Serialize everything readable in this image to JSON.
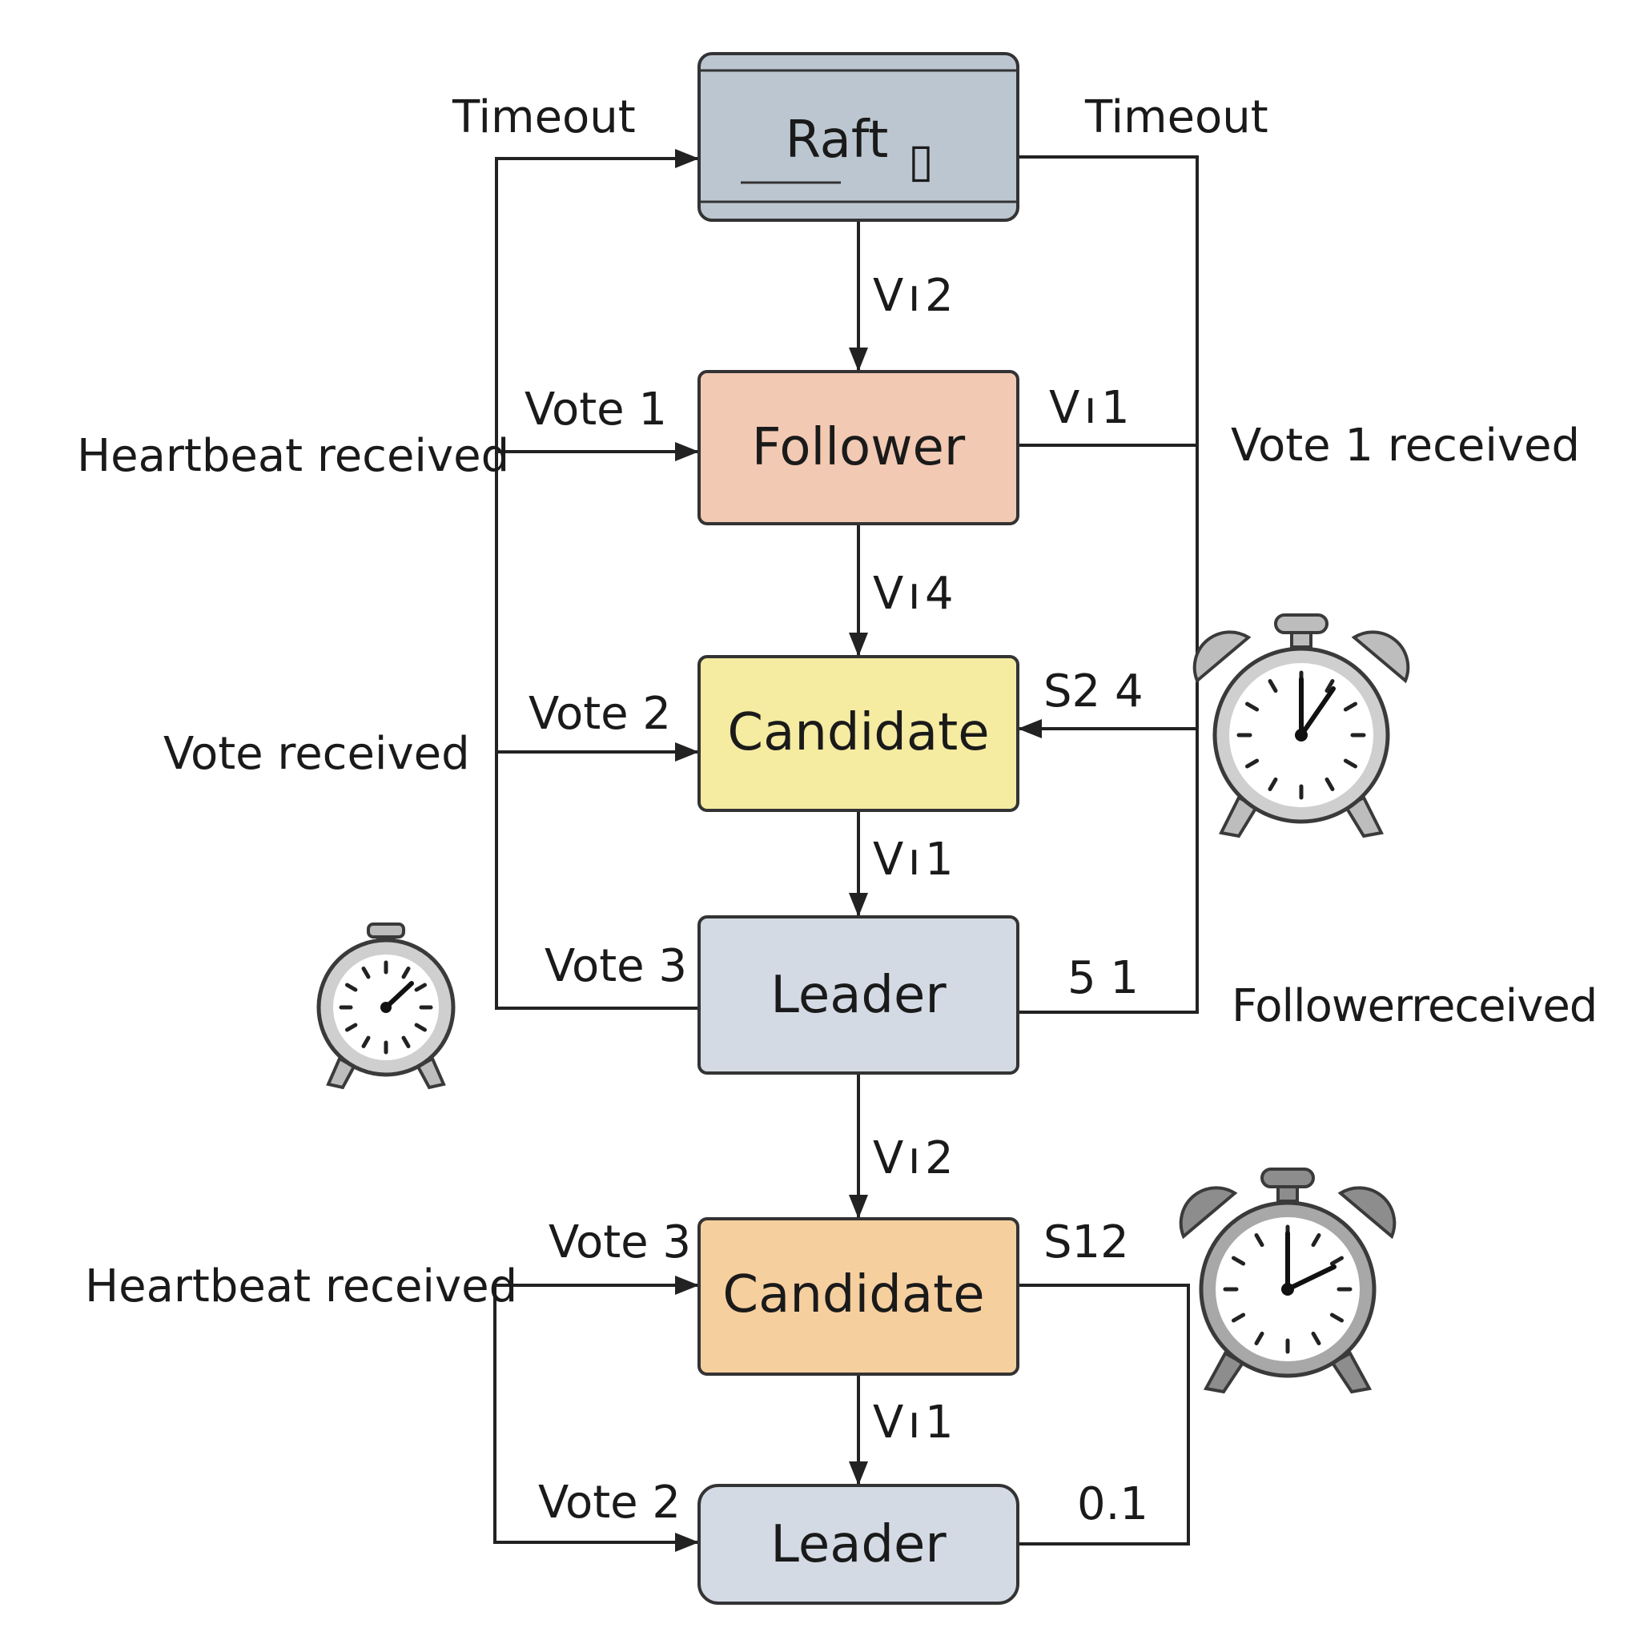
{
  "nodes": {
    "raft": {
      "label": "Raft",
      "glyph": "▯",
      "fill": "#bcc6d0"
    },
    "follower": {
      "label": "Follower",
      "fill": "#f2c9b3"
    },
    "candidate_1": {
      "label": "Candidate",
      "fill": "#f5eba1"
    },
    "leader_1": {
      "label": "Leader",
      "fill": "#d3dae4"
    },
    "candidate_2": {
      "label": "Candidate",
      "fill": "#f6cf9f"
    },
    "leader_2": {
      "label": "Leader",
      "fill": "#d3dae4"
    }
  },
  "labels": {
    "timeout_left": "Timeout",
    "timeout_right": "Timeout",
    "raft_to_follower": "V ı 2",
    "vote_1": "Vote 1",
    "heartbeat_received_1": "Heartbeat received",
    "follower_right": "V ı 1",
    "vote_1_received": "Vote 1 received",
    "follower_to_candidate": "V ı 4",
    "vote_2_a": "Vote 2",
    "vote_received": "Vote received",
    "s24": "S2 4",
    "candidate_to_leader": "V ı 1",
    "vote_3_a": "Vote 3",
    "five_one": "5 1",
    "follower_received": "Followerreceived",
    "leader_to_candidate": "V ı 2",
    "vote_3_b": "Vote 3",
    "heartbeat_received_2": "Heartbeat received",
    "s12": "S12",
    "candidate_to_leader_2": "V ı 1",
    "vote_2_b": "Vote 2",
    "zero_one": "0.1"
  },
  "icons": [
    "alarm-clock-icon",
    "stopwatch-icon",
    "alarm-clock-icon"
  ]
}
